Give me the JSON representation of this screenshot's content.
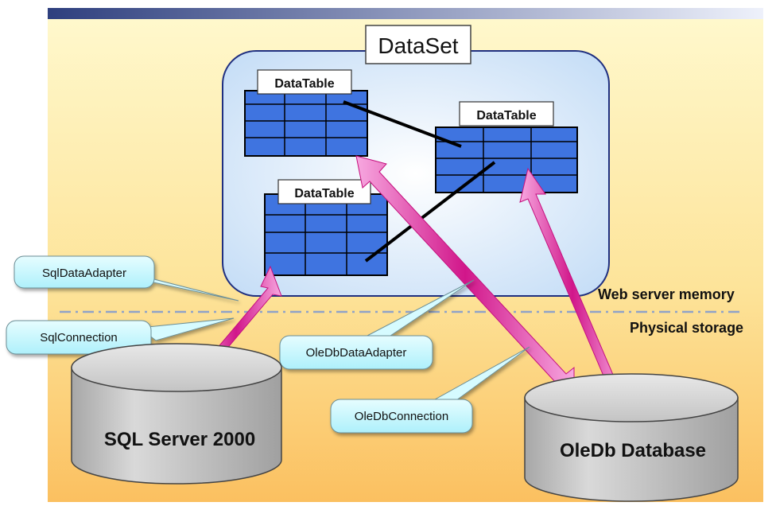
{
  "diagram": {
    "dataset_label": "DataSet",
    "datatables": [
      {
        "label": "DataTable"
      },
      {
        "label": "DataTable"
      },
      {
        "label": "DataTable"
      }
    ],
    "callouts": {
      "sql_data_adapter": "SqlDataAdapter",
      "sql_connection": "SqlConnection",
      "oledb_data_adapter": "OleDbDataAdapter",
      "oledb_connection": "OleDbConnection"
    },
    "regions": {
      "web_server_memory": "Web server memory",
      "physical_storage": "Physical storage"
    },
    "databases": {
      "sql_server": "SQL Server 2000",
      "oledb": "OleDb Database"
    }
  },
  "colors": {
    "top_bar": "#3a4a8c",
    "background_top": "#fff6c4",
    "background_bottom": "#fbc05e",
    "dataset_fill": "#dcebfb",
    "table_fill": "#3f74e0",
    "arrow": "#e0198f",
    "callout_fill": "#ccf8ff",
    "database_fill": "#c8c8c8",
    "divider": "#8fa2c8"
  }
}
